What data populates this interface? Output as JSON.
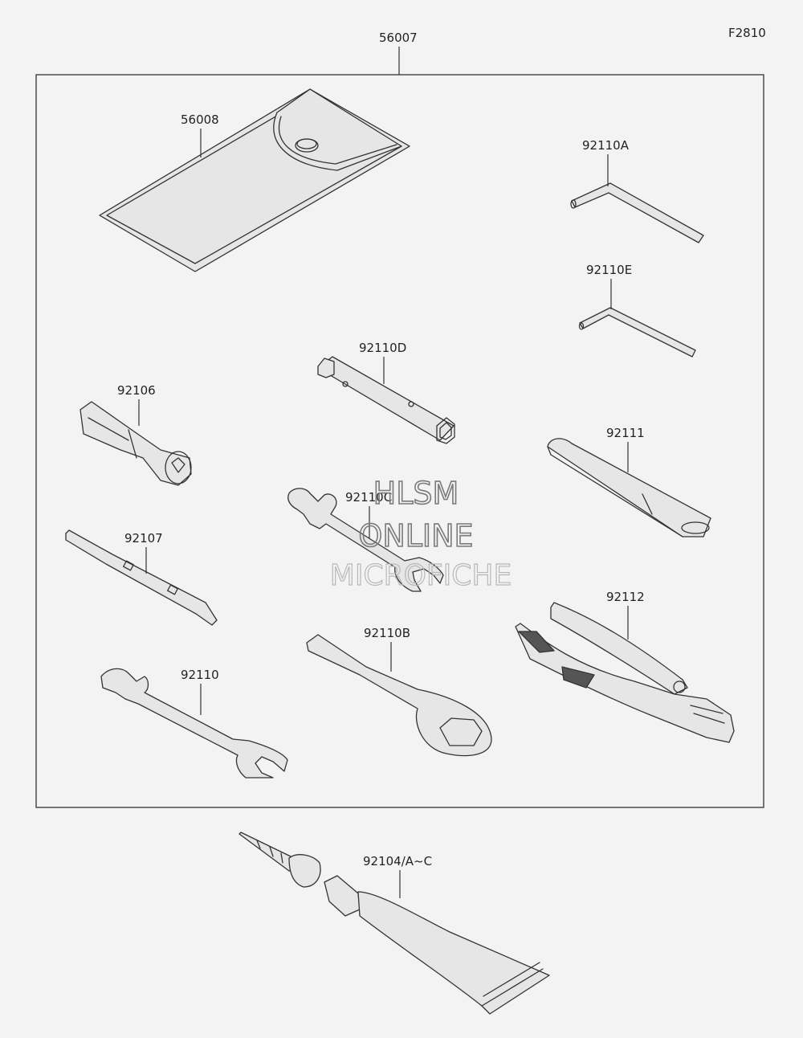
{
  "figure_code": "F2810",
  "kit_label": "56007",
  "parts": {
    "pouch": "56008",
    "hex_key_a": "92110A",
    "hex_key_e": "92110E",
    "box_wrench_tube": "92110D",
    "driver_handle": "92106",
    "extension_bar": "92111",
    "wrench_c": "92110C",
    "screwdriver": "92107",
    "pliers": "92112",
    "ring_spanner": "92110B",
    "wrench": "92110",
    "repair_tube": "92104/A~C"
  },
  "watermark": {
    "line1": "HLSM",
    "line2": "ONLINE",
    "line3": "MICROFICHE"
  }
}
